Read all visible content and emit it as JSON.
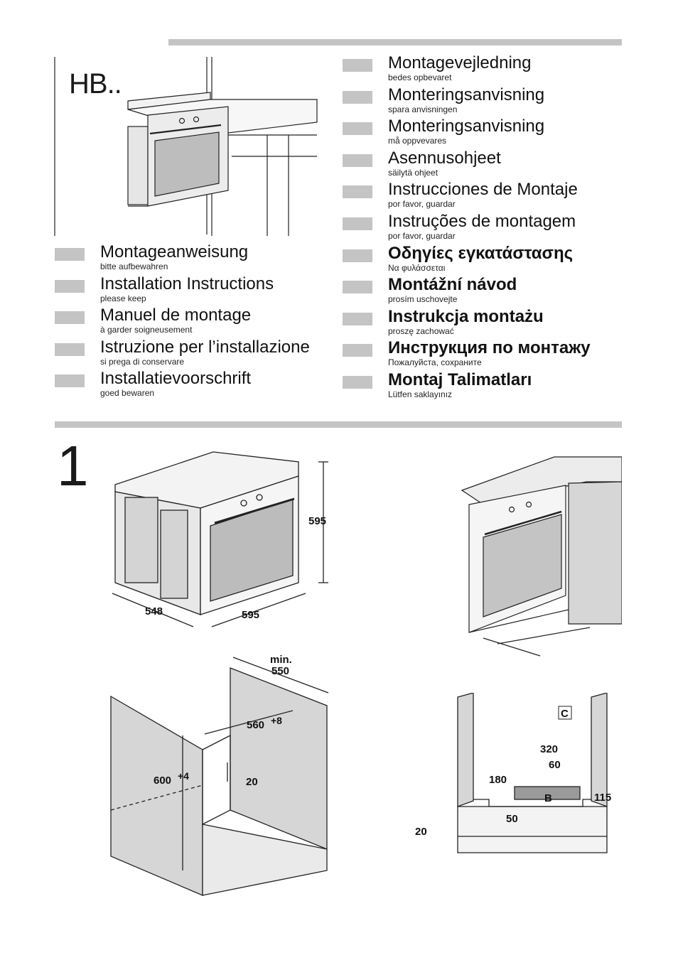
{
  "header": {
    "model": "HB.."
  },
  "languages_left": [
    {
      "title": "Montageanweisung",
      "sub": "bitte aufbewahren"
    },
    {
      "title": "Installation Instructions",
      "sub": "please keep"
    },
    {
      "title": "Manuel de montage",
      "sub": "à garder soigneusement"
    },
    {
      "title": "Istruzione per l’installazione",
      "sub": "si prega di conservare"
    },
    {
      "title": "Installatievoorschrift",
      "sub": "goed bewaren"
    }
  ],
  "languages_right": [
    {
      "title": "Montagevejledning",
      "sub": "bedes opbevaret"
    },
    {
      "title": "Monteringsanvisning",
      "sub": "spara anvisningen"
    },
    {
      "title": "Monteringsanvisning",
      "sub": "må oppvevares"
    },
    {
      "title": "Asennusohjeet",
      "sub": "säilytä ohjeet"
    },
    {
      "title": "Instrucciones de Montaje",
      "sub": "por favor, guardar"
    },
    {
      "title": "Instruções de montagem",
      "sub": "por favor, guardar"
    },
    {
      "title": "Οδηγίες εγκατάστασης",
      "sub": "Να φυλάσσεται"
    },
    {
      "title": "Montážní návod",
      "sub": "prosím uschovejte"
    },
    {
      "title": "Instrukcja montażu",
      "sub": "proszę zachować"
    },
    {
      "title": "Инструкция по монтажу",
      "sub": "Пожалуйста, сохраните"
    },
    {
      "title": "Montaj Talimatları",
      "sub": "Lütfen saklayınız"
    }
  ],
  "figure": {
    "number": "1",
    "oven_dims": {
      "height": "595",
      "width": "595",
      "depth": "548"
    },
    "cabinet_dims": {
      "min_label": "min.",
      "depth": "550",
      "width": "560",
      "width_tol": "+8",
      "height": "600",
      "height_tol": "+4",
      "offset": "20"
    },
    "section_dims": {
      "a": "320",
      "b": "60",
      "c": "180",
      "d": "115",
      "e": "50",
      "f": "20",
      "label_b": "B",
      "label_c": "C"
    }
  }
}
